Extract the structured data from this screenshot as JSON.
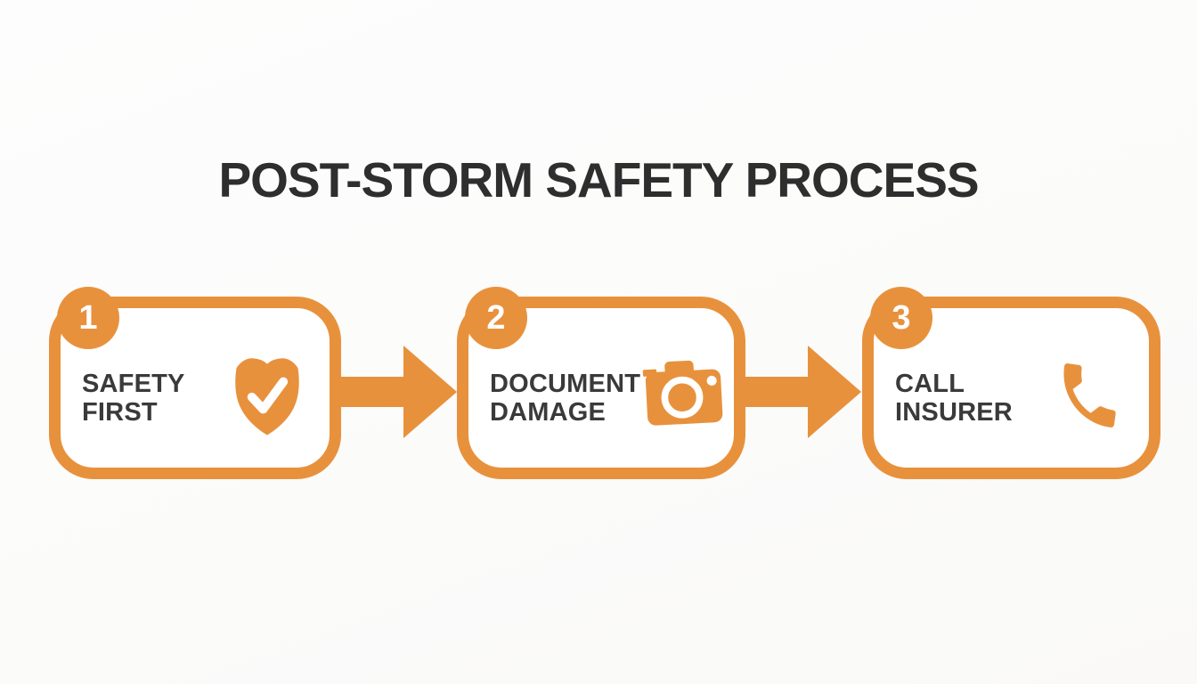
{
  "title": "POST-STORM SAFETY PROCESS",
  "colors": {
    "accent_orange": "#E8913C",
    "title_text": "#2E2E2E",
    "label_text": "#3A3A3A",
    "card_background": "#FFFFFF",
    "icon_contrast": "#FFFFFF"
  },
  "steps": [
    {
      "number": "1",
      "label": [
        "SAFETY",
        "FIRST"
      ],
      "icon": "shield-check-icon"
    },
    {
      "number": "2",
      "label": [
        "DOCUMENT",
        "DAMAGE"
      ],
      "icon": "camera-icon"
    },
    {
      "number": "3",
      "label": [
        "CALL",
        "INSURER"
      ],
      "icon": "phone-icon"
    }
  ],
  "connectors": [
    {
      "icon": "arrow-right-icon"
    },
    {
      "icon": "arrow-right-icon"
    }
  ]
}
